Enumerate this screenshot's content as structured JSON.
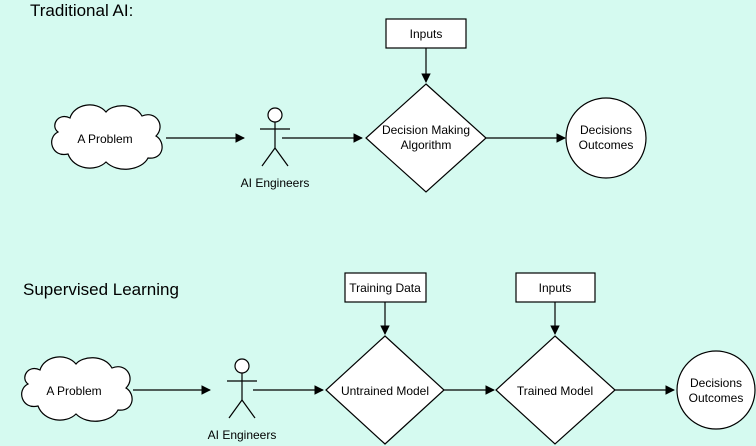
{
  "sections": {
    "traditional": {
      "title": "Traditional AI:",
      "problem": "A Problem",
      "engineers": "AI Engineers",
      "inputs": "Inputs",
      "algorithm": [
        "Decision Making",
        "Algorithm"
      ],
      "outcomes": [
        "Decisions",
        "Outcomes"
      ]
    },
    "supervised": {
      "title": "Supervised Learning",
      "problem": "A Problem",
      "engineers": "AI Engineers",
      "training_data": "Training Data",
      "untrained_model": "Untrained Model",
      "inputs": "Inputs",
      "trained_model": "Trained Model",
      "outcomes": [
        "Decisions",
        "Outcomes"
      ]
    }
  },
  "colors": {
    "background": "#d5faf0",
    "shape_fill": "#ffffff",
    "stroke": "#000000"
  }
}
